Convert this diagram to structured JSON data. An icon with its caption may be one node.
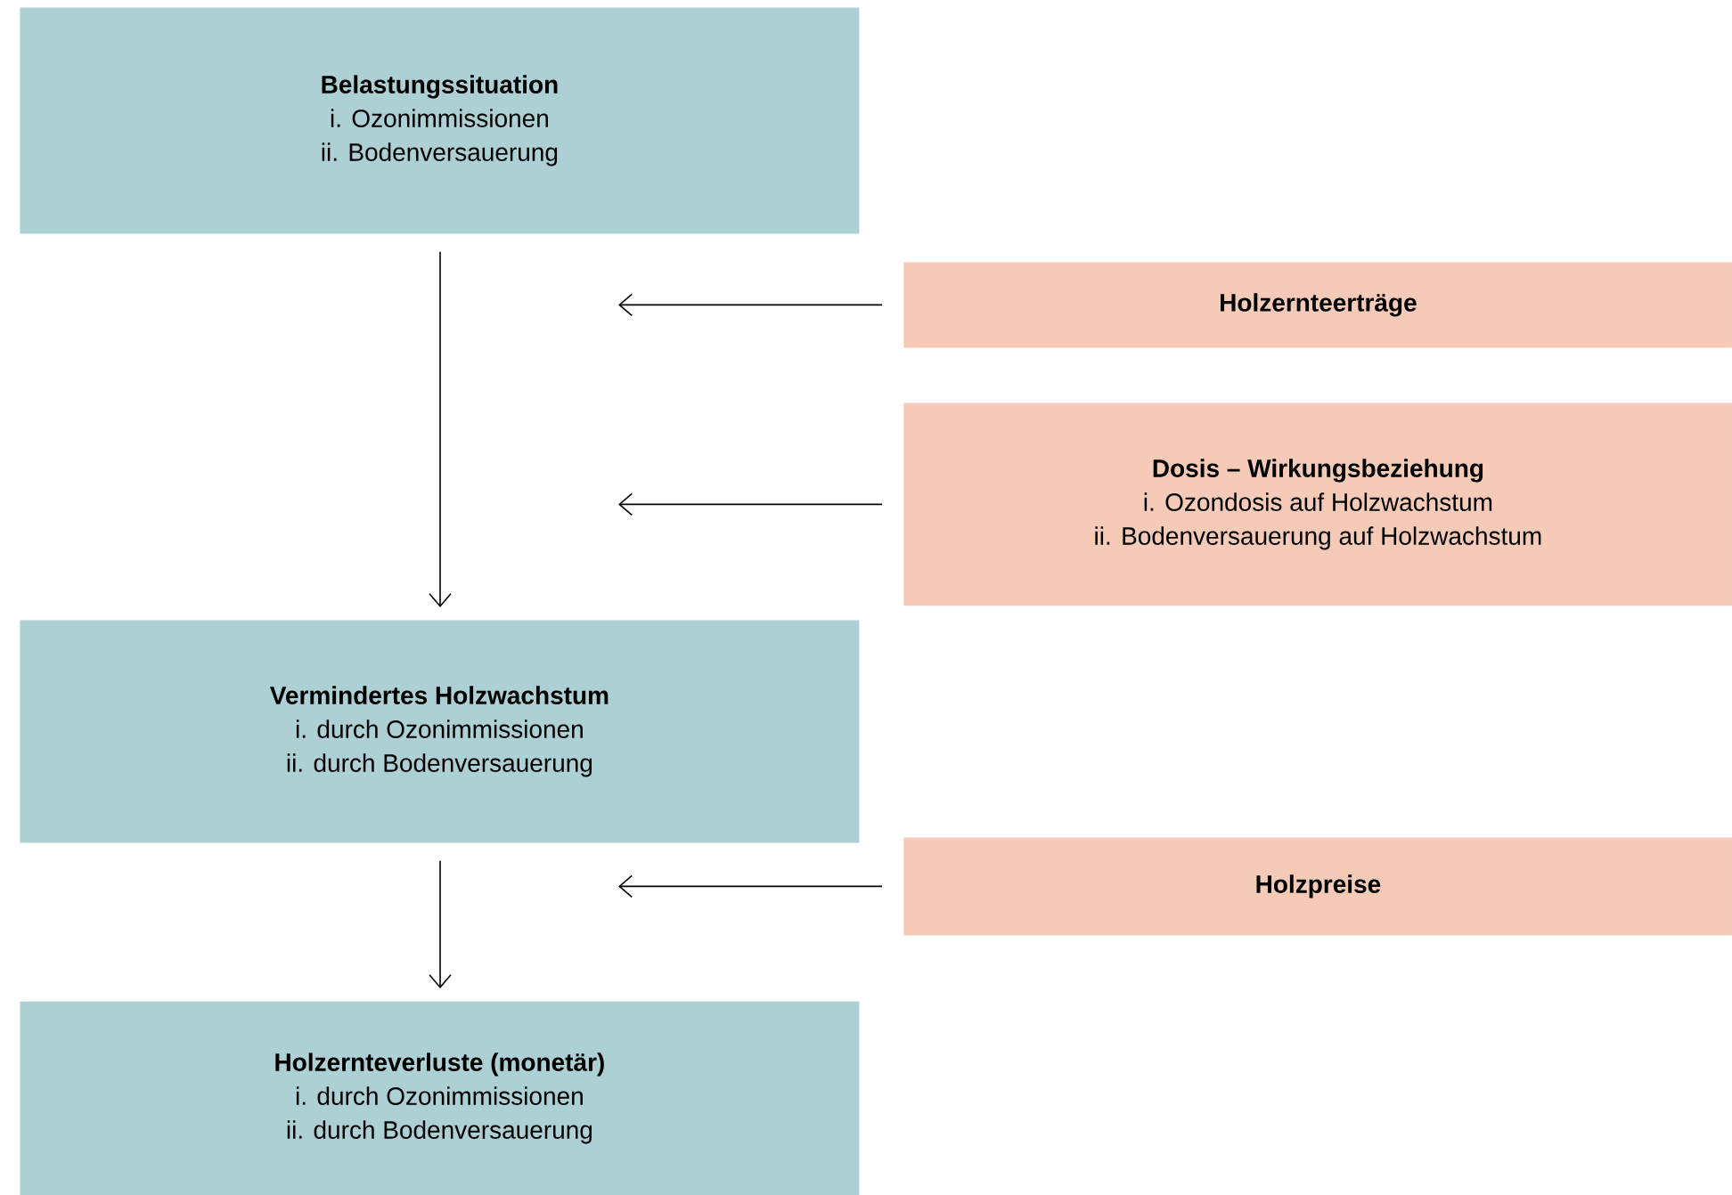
{
  "diagram": {
    "nodes": [
      {
        "text": [
          "Belastungssituation",
          "i. Ozonimmissionen",
          "ii. Bodenversauerung"
        ]
      },
      {
        "text": [
          "Holzernteerträge"
        ]
      },
      {
        "text": [
          "Dosis – Wirkungsbeziehung",
          "i. Ozondosis auf Holzwachstum",
          "ii. Bodenversauerung auf Holzwachstum"
        ]
      },
      {
        "text": [
          "Vermindertes Holzwachstum",
          "i. durch Ozonimmissionen",
          "ii. durch Bodenversauerung"
        ]
      },
      {
        "text": [
          "Holzpreise"
        ]
      },
      {
        "text": [
          "Holzernteverluste (monetär)",
          "i. durch Ozonimmissionen",
          "ii. durch Bodenversauerung"
        ]
      }
    ],
    "edges": [
      {
        "from": 0,
        "to": 3,
        "arrow": "to"
      },
      {
        "from": 3,
        "to": 5,
        "arrow": "to"
      },
      {
        "from": 1,
        "to": null,
        "arrow": "to"
      },
      {
        "from": 2,
        "to": null,
        "arrow": "to"
      },
      {
        "from": 4,
        "to": null,
        "arrow": "to"
      }
    ]
  }
}
